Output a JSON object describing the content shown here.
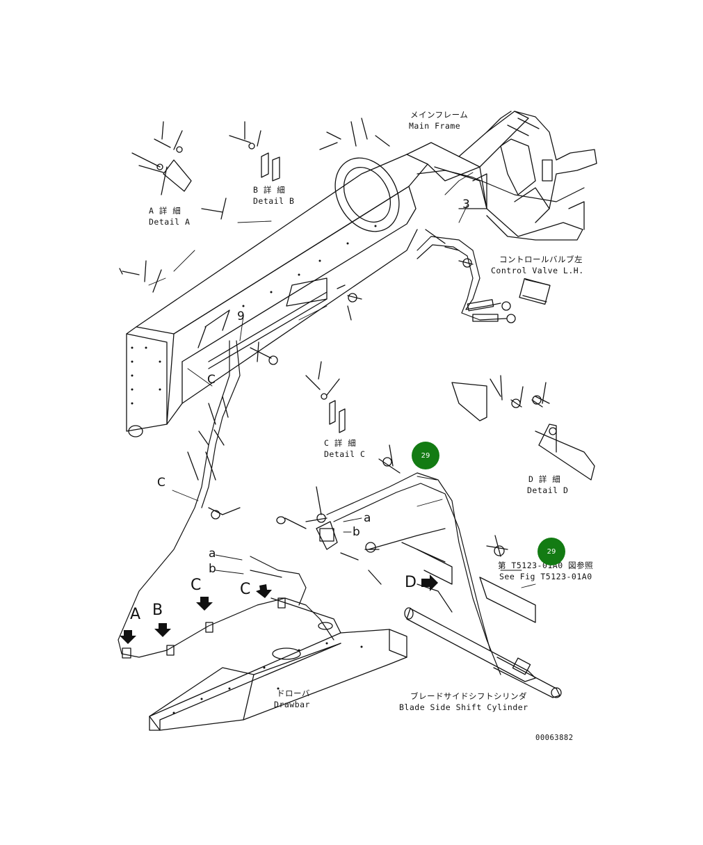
{
  "labels": {
    "main_frame_jp": "メインフレーム",
    "main_frame_en": "Main Frame",
    "control_valve_jp": "コントロールバルブ左",
    "control_valve_en": "Control Valve L.H.",
    "detail_a_jp": "A 詳 細",
    "detail_a_en": "Detail A",
    "detail_b_jp": "B 詳 細",
    "detail_b_en": "Detail B",
    "detail_c_jp": "C 詳 細",
    "detail_c_en": "Detail C",
    "detail_d_jp": "D 詳 細",
    "detail_d_en": "Detail D",
    "see_fig_jp": "第 T5123-01A0 図参照",
    "see_fig_en": "See Fig T5123-01A0",
    "drawbar_jp": "ドローバ",
    "drawbar_en": "Drawbar",
    "blade_cyl_jp": "ブレードサイドシフトシリンダ",
    "blade_cyl_en": "Blade Side Shift Cylinder",
    "drawing_number": "00063882"
  },
  "letters": {
    "a_1": "a",
    "b_1": "b",
    "a_2": "a",
    "b_2": "b",
    "c_1": "C",
    "c_2": "C",
    "c_3": "C",
    "c_4": "C",
    "A": "A",
    "B": "B",
    "D": "D",
    "num_3": "3",
    "num_9": "9"
  },
  "callouts": [
    {
      "id": "callout-29-upper",
      "label": "29"
    },
    {
      "id": "callout-29-lower",
      "label": "29"
    }
  ],
  "colors": {
    "line": "#111111",
    "callout": "#137b13",
    "callout_text": "#ffffff"
  }
}
